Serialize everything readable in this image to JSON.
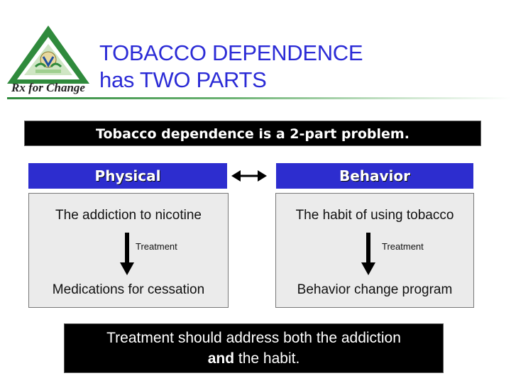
{
  "logo": {
    "icon": "triangle-leaf-emblem",
    "text": "Rx for Change"
  },
  "title": {
    "line1": "TOBACCO DEPENDENCE",
    "line2": "has TWO PARTS"
  },
  "banner": "Tobacco dependence is a 2-part problem.",
  "physical": {
    "header": "Physical",
    "top": "The addiction to nicotine",
    "treatment": "Treatment",
    "bottom": "Medications for cessation"
  },
  "behavior": {
    "header": "Behavior",
    "top": "The habit of using tobacco",
    "treatment": "Treatment",
    "bottom": "Behavior change program"
  },
  "conclusion": {
    "line1": "Treatment should address both the addiction",
    "bold": "and",
    "rest": "the habit."
  },
  "colors": {
    "title": "#2b2bd6",
    "header_bg": "#2d2dcf",
    "panel_bg": "#ebebeb",
    "logo_green": "#2f8a3c"
  }
}
